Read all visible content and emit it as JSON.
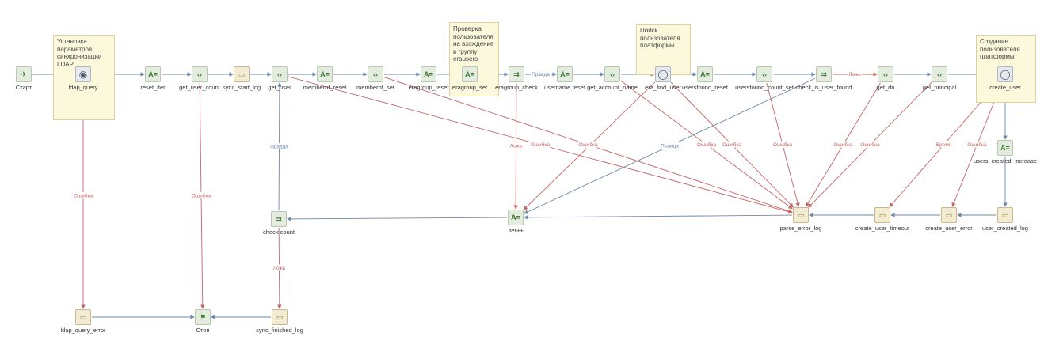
{
  "colors": {
    "red": "#c26565",
    "blue": "#6d88a6",
    "note_bg": "#fbf8dc"
  },
  "notes": [
    {
      "id": "n1",
      "text": "Установка параметров синхронизации LDAP"
    },
    {
      "id": "n2",
      "text": "Проверка пользователя на вхождение в группу erausers"
    },
    {
      "id": "n3",
      "text": "Поиск пользователя платформы"
    },
    {
      "id": "n4",
      "text": "Создание пользователя платформы"
    }
  ],
  "nodes": [
    {
      "id": "start",
      "label": "Старт",
      "type": "start",
      "icon": "rocket-icon"
    },
    {
      "id": "ldap_query",
      "label": "ldap_query",
      "type": "query",
      "icon": "search-icon"
    },
    {
      "id": "reset_iter",
      "label": "reset_iter",
      "type": "assign",
      "icon": "assign-icon"
    },
    {
      "id": "get_user_count",
      "label": "get_user_count",
      "type": "script",
      "icon": "code-icon"
    },
    {
      "id": "sync_start_log",
      "label": "sync_start_log",
      "type": "log",
      "icon": "log-icon"
    },
    {
      "id": "get_user",
      "label": "get_user",
      "type": "script",
      "icon": "code-icon"
    },
    {
      "id": "memberof_reset",
      "label": "memberof_reset",
      "type": "assign",
      "icon": "assign-icon"
    },
    {
      "id": "memberof_set",
      "label": "memberof_set",
      "type": "script",
      "icon": "code-icon"
    },
    {
      "id": "eragroup_reset",
      "label": "eragroup_reset",
      "type": "assign",
      "icon": "assign-icon"
    },
    {
      "id": "eragroup_set",
      "label": "eragroup_set",
      "type": "assign",
      "icon": "assign-icon"
    },
    {
      "id": "eragroup_check",
      "label": "eragroup_check",
      "type": "cond",
      "icon": "condition-icon"
    },
    {
      "id": "username_reset",
      "label": "username reset",
      "type": "assign",
      "icon": "assign-icon"
    },
    {
      "id": "get_account_name",
      "label": "get_account_name",
      "type": "script",
      "icon": "code-icon"
    },
    {
      "id": "era_find_user",
      "label": "era_find_user",
      "type": "sub",
      "icon": "subprocess-icon"
    },
    {
      "id": "usersfound_reset",
      "label": "usersfound_reset",
      "type": "assign",
      "icon": "assign-icon"
    },
    {
      "id": "usersfound_count_set",
      "label": "usersfound_count_set",
      "type": "script",
      "icon": "code-icon"
    },
    {
      "id": "check_is_user_found",
      "label": "check_is_user_found",
      "type": "cond",
      "icon": "condition-icon"
    },
    {
      "id": "get_dn",
      "label": "get_dn",
      "type": "script",
      "icon": "code-icon"
    },
    {
      "id": "get_principal",
      "label": "get_principal",
      "type": "script",
      "icon": "code-icon"
    },
    {
      "id": "create_user",
      "label": "create_user",
      "type": "sub",
      "icon": "subprocess-icon"
    },
    {
      "id": "users_created_increase",
      "label": "users_created_increase",
      "type": "assign",
      "icon": "assign-icon"
    },
    {
      "id": "user_created_log",
      "label": "user_created_log",
      "type": "log",
      "icon": "log-icon"
    },
    {
      "id": "create_user_error",
      "label": "create_user_error",
      "type": "log",
      "icon": "log-icon"
    },
    {
      "id": "create_user_timeout",
      "label": "create_user_timeout",
      "type": "log",
      "icon": "log-icon"
    },
    {
      "id": "parse_error_log",
      "label": "parse_error_log",
      "type": "log",
      "icon": "log-icon"
    },
    {
      "id": "iter_pp",
      "label": "Iter++",
      "type": "assign",
      "icon": "assign-icon"
    },
    {
      "id": "check_count",
      "label": "check count",
      "type": "cond",
      "icon": "condition-icon"
    },
    {
      "id": "ldap_query_error",
      "label": "ldap_query_error",
      "type": "log",
      "icon": "log-icon"
    },
    {
      "id": "stop",
      "label": "Стоп",
      "type": "stop",
      "icon": "finish-flag-icon"
    },
    {
      "id": "sync_finished_log",
      "label": "sync_finished_log",
      "type": "log",
      "icon": "log-icon"
    }
  ],
  "edges": [
    {
      "from": "start",
      "to": "ldap_query",
      "color": "blue"
    },
    {
      "from": "ldap_query",
      "to": "reset_iter",
      "color": "blue"
    },
    {
      "from": "reset_iter",
      "to": "get_user_count",
      "color": "blue"
    },
    {
      "from": "get_user_count",
      "to": "sync_start_log",
      "color": "blue"
    },
    {
      "from": "sync_start_log",
      "to": "get_user",
      "color": "blue"
    },
    {
      "from": "get_user",
      "to": "memberof_reset",
      "color": "blue"
    },
    {
      "from": "memberof_reset",
      "to": "memberof_set",
      "color": "blue"
    },
    {
      "from": "memberof_set",
      "to": "eragroup_reset",
      "color": "blue"
    },
    {
      "from": "eragroup_reset",
      "to": "eragroup_set",
      "color": "blue"
    },
    {
      "from": "eragroup_set",
      "to": "eragroup_check",
      "color": "blue"
    },
    {
      "from": "eragroup_check",
      "to": "username_reset",
      "color": "blue",
      "label": "Правда"
    },
    {
      "from": "username_reset",
      "to": "get_account_name",
      "color": "blue"
    },
    {
      "from": "get_account_name",
      "to": "era_find_user",
      "color": "blue"
    },
    {
      "from": "era_find_user",
      "to": "usersfound_reset",
      "color": "blue"
    },
    {
      "from": "usersfound_reset",
      "to": "usersfound_count_set",
      "color": "blue"
    },
    {
      "from": "usersfound_count_set",
      "to": "check_is_user_found",
      "color": "blue"
    },
    {
      "from": "check_is_user_found",
      "to": "get_dn",
      "color": "red",
      "label": "Ложь"
    },
    {
      "from": "get_dn",
      "to": "get_principal",
      "color": "blue"
    },
    {
      "from": "get_principal",
      "to": "create_user",
      "color": "blue"
    },
    {
      "from": "create_user",
      "to": "users_created_increase",
      "color": "blue"
    },
    {
      "from": "users_created_increase",
      "to": "user_created_log",
      "color": "blue"
    },
    {
      "from": "user_created_log",
      "to": "create_user_error",
      "color": "blue"
    },
    {
      "from": "create_user_error",
      "to": "create_user_timeout",
      "color": "blue"
    },
    {
      "from": "create_user_timeout",
      "to": "parse_error_log",
      "color": "blue"
    },
    {
      "from": "parse_error_log",
      "to": "iter_pp",
      "color": "blue"
    },
    {
      "from": "iter_pp",
      "to": "check_count",
      "color": "blue"
    },
    {
      "from": "check_count",
      "to": "get_user",
      "color": "blue",
      "label": "Правда"
    },
    {
      "from": "check_count",
      "to": "sync_finished_log",
      "color": "red",
      "label": "Ложь"
    },
    {
      "from": "sync_finished_log",
      "to": "stop",
      "color": "blue"
    },
    {
      "from": "ldap_query_error",
      "to": "stop",
      "color": "blue"
    },
    {
      "from": "ldap_query",
      "to": "ldap_query_error",
      "color": "red",
      "label": "Ошибка"
    },
    {
      "from": "get_user_count",
      "to": "stop",
      "color": "red",
      "label": "Ошибка"
    },
    {
      "from": "eragroup_check",
      "to": "iter_pp",
      "color": "red",
      "label": "Ложь"
    },
    {
      "from": "check_is_user_found",
      "to": "iter_pp",
      "color": "blue",
      "label": "Правда"
    },
    {
      "from": "era_find_user",
      "to": "iter_pp",
      "color": "red",
      "label": "Время"
    },
    {
      "from": "create_user",
      "to": "create_user_timeout",
      "color": "red",
      "label": "Время"
    },
    {
      "from": "create_user",
      "to": "create_user_error",
      "color": "red",
      "label": "Ошибка"
    },
    {
      "from": "get_user",
      "to": "parse_error_log",
      "color": "red",
      "label": "Ошибка"
    },
    {
      "from": "memberof_set",
      "to": "parse_error_log",
      "color": "red",
      "label": "Ошибка"
    },
    {
      "from": "get_account_name",
      "to": "parse_error_log",
      "color": "red",
      "label": "Ошибка"
    },
    {
      "from": "usersfound_count_set",
      "to": "parse_error_log",
      "color": "red",
      "label": "Ошибка"
    },
    {
      "from": "get_dn",
      "to": "parse_error_log",
      "color": "red",
      "label": "Ошибка"
    },
    {
      "from": "get_principal",
      "to": "parse_error_log",
      "color": "red",
      "label": "Ошибка"
    },
    {
      "from": "era_find_user",
      "to": "parse_error_log",
      "color": "red",
      "label": "Ошибка"
    }
  ]
}
